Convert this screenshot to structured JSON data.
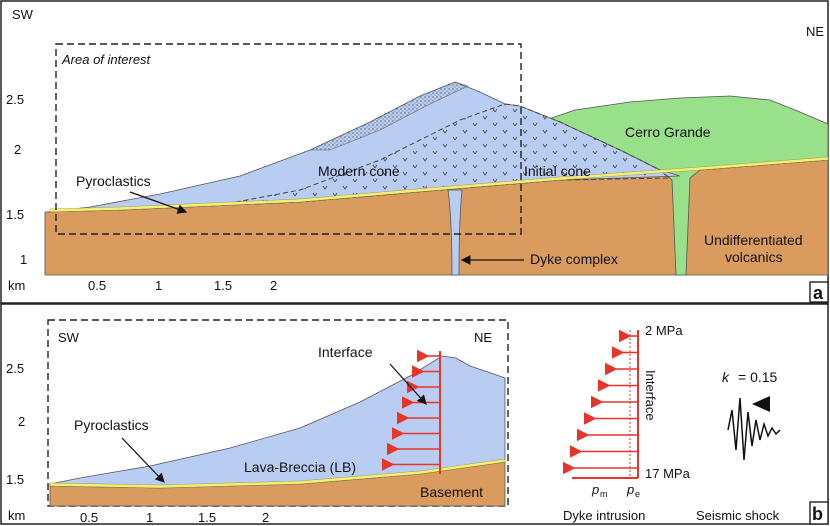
{
  "panel_a": {
    "sw": "SW",
    "ne": "NE",
    "area_of_interest": "Area of interest",
    "y_ticks": [
      "2.5",
      "2",
      "1.5",
      "1"
    ],
    "x_unit": "km",
    "x_ticks": [
      "0.5",
      "1",
      "1.5",
      "2"
    ],
    "labels": {
      "modern_cone": "Modern cone",
      "initial_cone": "Initial cone",
      "cerro_grande": "Cerro Grande",
      "pyroclastics": "Pyroclastics",
      "dyke_complex": "Dyke complex",
      "undiff_1": "Undifferentiated",
      "undiff_2": "volcanics"
    },
    "tag": "a"
  },
  "panel_b": {
    "sw": "SW",
    "ne": "NE",
    "y_ticks": [
      "2.5",
      "2",
      "1.5"
    ],
    "x_unit": "km",
    "x_ticks": [
      "0.5",
      "1",
      "1.5",
      "2"
    ],
    "labels": {
      "interface": "Interface",
      "pyroclastics": "Pyroclastics",
      "lava_breccia": "Lava-Breccia (LB)",
      "basement": "Basement"
    },
    "dyke": {
      "top_pressure": "2 MPa",
      "bottom_pressure": "17 MPa",
      "interface": "Interface",
      "p_m": "p",
      "p_m_sub": "m",
      "p_e": "p",
      "p_e_sub": "e",
      "caption": "Dyke intrusion"
    },
    "seismic": {
      "k_label": "k",
      "k_value": "= 0.15",
      "caption": "Seismic shock"
    },
    "tag": "b"
  },
  "colors": {
    "basement": "#d99b5e",
    "cone": "#b9cdf3",
    "cerro_grande": "#99e08a",
    "pyroclastic": "#f4ef78",
    "arrow": "#e8352a"
  }
}
